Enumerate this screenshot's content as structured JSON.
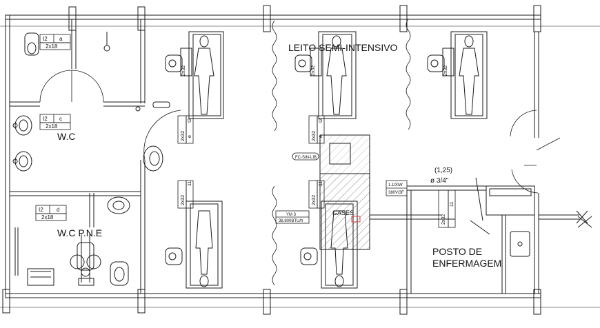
{
  "rooms": {
    "wc": "W.C",
    "wc_pne": "W.C P.N.E",
    "leito": "LEITO SEMI-INTENSIVO",
    "posto_line1": "POSTO DE",
    "posto_line2": "ENFERMAGEM"
  },
  "fixture_tags": [
    {
      "id": "I2",
      "type": "a",
      "size": "2x18"
    },
    {
      "id": "I2",
      "type": "c",
      "size": "2x18"
    },
    {
      "id": "I2",
      "type": "d",
      "size": "2x18"
    }
  ],
  "bed_tags": {
    "size": "2x32",
    "id_t": "I2",
    "id_11": "11",
    "id_e": "e"
  },
  "equipment": {
    "fc": "FC-SIN-LIB",
    "ym_line1": "YM 3",
    "ym_line2": "38.800BTU/h",
    "power1": "1.100W",
    "power2": "380V/3F",
    "gases": "GASES"
  },
  "pipe": {
    "label1": "(1,25)",
    "label2": "ø 3/4\""
  },
  "colors": {
    "line": "#1a1a1a",
    "hatch": "#444444",
    "accent": "#d04040"
  }
}
